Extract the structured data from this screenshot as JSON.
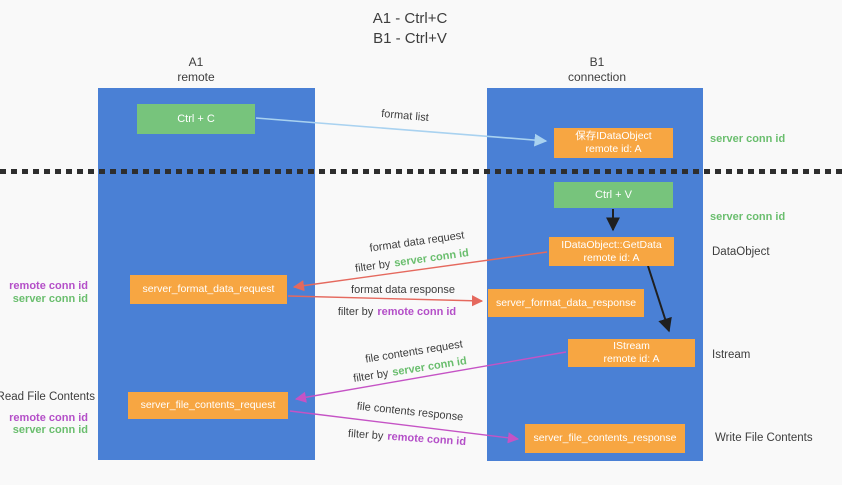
{
  "colors": {
    "background": "#f9f9f9",
    "column_blue": "#4a80d5",
    "box_green": "#77c47c",
    "box_orange": "#f7a642",
    "text_dark": "#3d3d3d",
    "green_label": "#6abe6e",
    "purple_label": "#b44fc8",
    "arrow_blue": "#a9d2f0",
    "arrow_red": "#e5695e",
    "arrow_magenta": "#c553c5",
    "arrow_black": "#1f1f1f",
    "dash_line": "#2e2e2e",
    "box_text": "#ffffff"
  },
  "title": {
    "line1": "A1 - Ctrl+C",
    "line2": "B1 - Ctrl+V"
  },
  "columns": {
    "a1": {
      "name": "A1",
      "subtitle": "remote"
    },
    "b1": {
      "name": "B1",
      "subtitle": "connection"
    }
  },
  "nodes": {
    "ctrl_c": {
      "label": "Ctrl + C"
    },
    "save_idataobject": {
      "line1": "保存IDataObject",
      "line2": "remote id: A"
    },
    "ctrl_v": {
      "label": "Ctrl + V"
    },
    "getdata": {
      "line1": "IDataObject::GetData",
      "line2": "remote id: A"
    },
    "format_data_request": {
      "label": "server_format_data_request"
    },
    "format_data_response": {
      "label": "server_format_data_response"
    },
    "istream": {
      "line1": "IStream",
      "line2": "remote id: A"
    },
    "file_contents_request": {
      "label": "server_file_contents_request"
    },
    "file_contents_response": {
      "label": "server_file_contents_response"
    }
  },
  "flow_labels": {
    "format_list": "format list",
    "format_data_request": "format data request",
    "format_data_request_filter": {
      "prefix": "filter by",
      "id": "server conn id"
    },
    "format_data_response": "format data response",
    "format_data_response_filter": {
      "prefix": "filter by",
      "id": "remote conn id"
    },
    "file_contents_request": "file contents request",
    "file_contents_request_filter": {
      "prefix": "filter by",
      "id": "server conn id"
    },
    "file_contents_response": "file contents response",
    "file_contents_response_filter": {
      "prefix": "filter by",
      "id": "remote conn id"
    }
  },
  "annotations": {
    "right": {
      "server_conn_id_save": "server conn id",
      "server_conn_id_paste": "server conn id",
      "dataobject": "DataObject",
      "istream": "Istream",
      "write_file_contents": "Write File Contents"
    },
    "left": {
      "format_remote_conn_id": "remote conn id",
      "format_server_conn_id": "server conn id",
      "read_file_contents": "Read File Contents",
      "file_remote_conn_id": "remote conn id",
      "file_server_conn_id": "server conn id"
    }
  }
}
